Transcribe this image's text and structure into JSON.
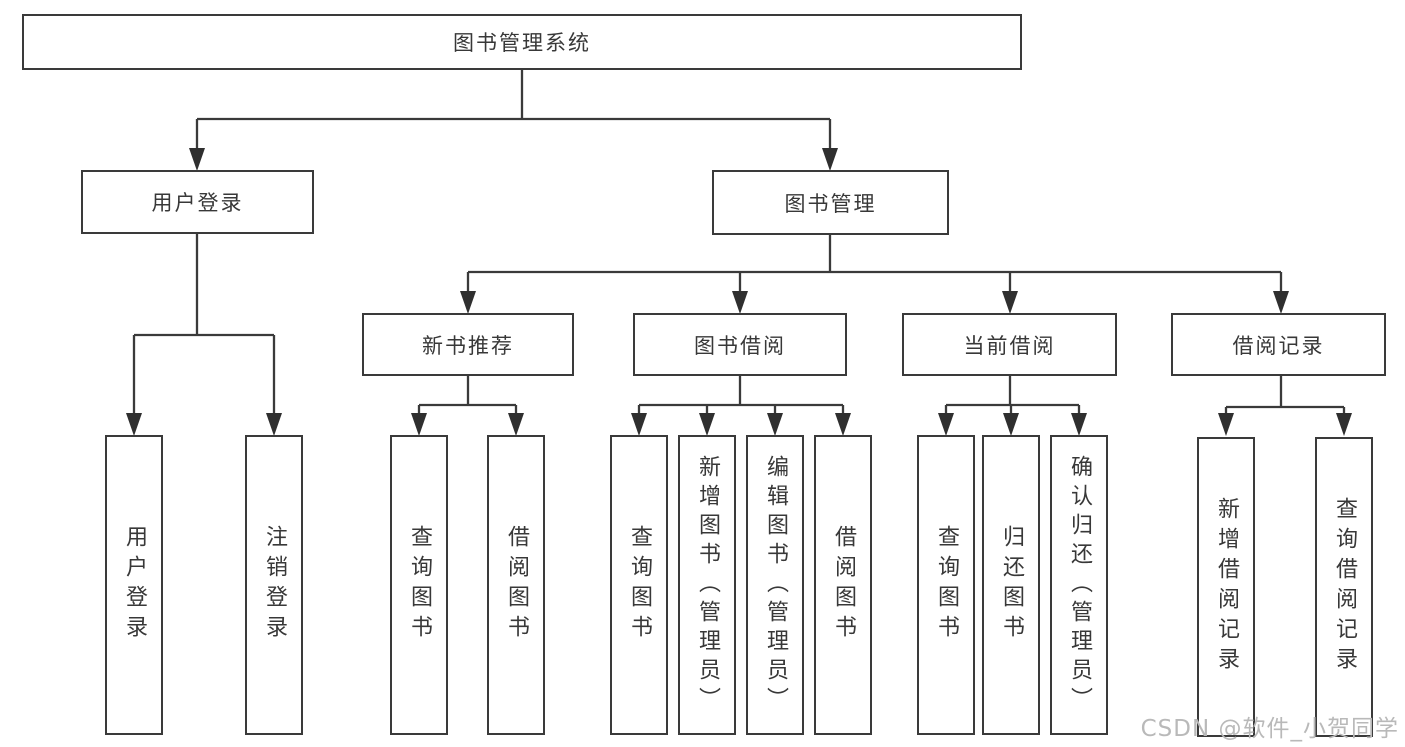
{
  "diagram": {
    "label": "图书管理系统",
    "children": [
      {
        "label": "用户登录",
        "children": [
          {
            "label": "用户登录"
          },
          {
            "label": "注销登录"
          }
        ]
      },
      {
        "label": "图书管理",
        "children": [
          {
            "label": "新书推荐",
            "children": [
              {
                "label": "查询图书"
              },
              {
                "label": "借阅图书"
              }
            ]
          },
          {
            "label": "图书借阅",
            "children": [
              {
                "label": "查询图书"
              },
              {
                "label": "新增图书（管理员）"
              },
              {
                "label": "编辑图书（管理员）"
              },
              {
                "label": "借阅图书"
              }
            ]
          },
          {
            "label": "当前借阅",
            "children": [
              {
                "label": "查询图书"
              },
              {
                "label": "归还图书"
              },
              {
                "label": "确认归还（管理员）"
              }
            ]
          },
          {
            "label": "借阅记录",
            "children": [
              {
                "label": "新增借阅记录"
              },
              {
                "label": "查询借阅记录"
              }
            ]
          }
        ]
      }
    ]
  },
  "colors": {
    "line": "#3a3a3a",
    "arrow": "#2f2f2f",
    "text": "#383838",
    "watermark": "#b9b9b9"
  },
  "watermark": "CSDN @软件_小贺同学"
}
